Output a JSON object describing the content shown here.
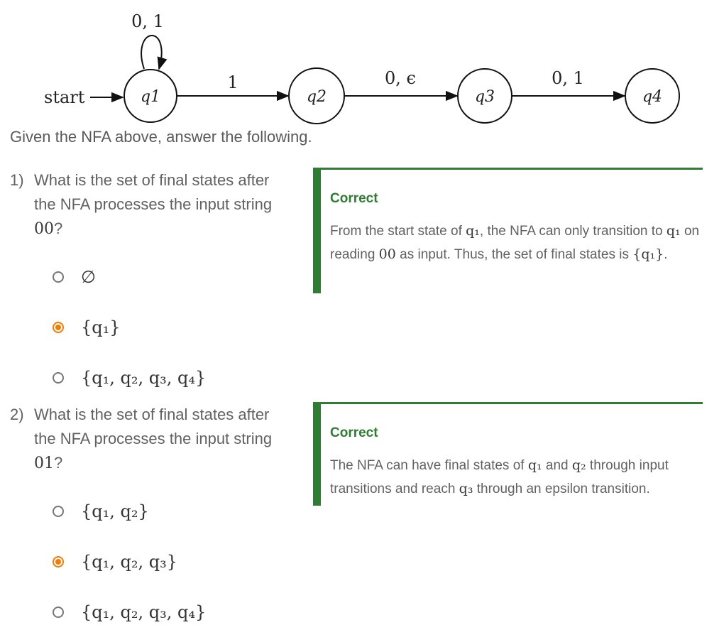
{
  "diagram": {
    "start_label": "start",
    "states": [
      "q1",
      "q2",
      "q3",
      "q4"
    ],
    "self_loop_label": "0, 1",
    "edges": [
      {
        "from": "q1",
        "to": "q2",
        "label": "1"
      },
      {
        "from": "q2",
        "to": "q3",
        "label": "0, ϵ"
      },
      {
        "from": "q3",
        "to": "q4",
        "label": "0, 1"
      }
    ]
  },
  "intro": "Given the NFA above, answer the following.",
  "questions": [
    {
      "number": "1)",
      "prefix": "What is the set of final states after the NFA processes the input string ",
      "input": "00",
      "suffix": "?",
      "options": [
        {
          "label": "∅",
          "selected": false
        },
        {
          "label": "{q₁}",
          "selected": true
        },
        {
          "label": "{q₁, q₂, q₃, q₄}",
          "selected": false
        }
      ],
      "feedback": {
        "title": "Correct",
        "parts": [
          "From the start state of ",
          "q₁",
          ", the NFA can only transition to ",
          "q₁",
          " on reading ",
          "00",
          " as input. Thus, the set of final states is ",
          "{q₁}",
          "."
        ]
      }
    },
    {
      "number": "2)",
      "prefix": "What is the set of final states after the NFA processes the input string ",
      "input": "01",
      "suffix": "?",
      "options": [
        {
          "label": "{q₁, q₂}",
          "selected": false
        },
        {
          "label": "{q₁, q₂, q₃}",
          "selected": true
        },
        {
          "label": "{q₁, q₂, q₃, q₄}",
          "selected": false
        }
      ],
      "feedback": {
        "title": "Correct",
        "parts": [
          "The NFA can have final states of ",
          "q₁",
          " and ",
          "q₂",
          " through input transitions and reach ",
          "q₃",
          " through an epsilon transition."
        ]
      }
    }
  ],
  "colors": {
    "accent_green": "#2e7d32",
    "radio_selected": "#f57c00"
  }
}
